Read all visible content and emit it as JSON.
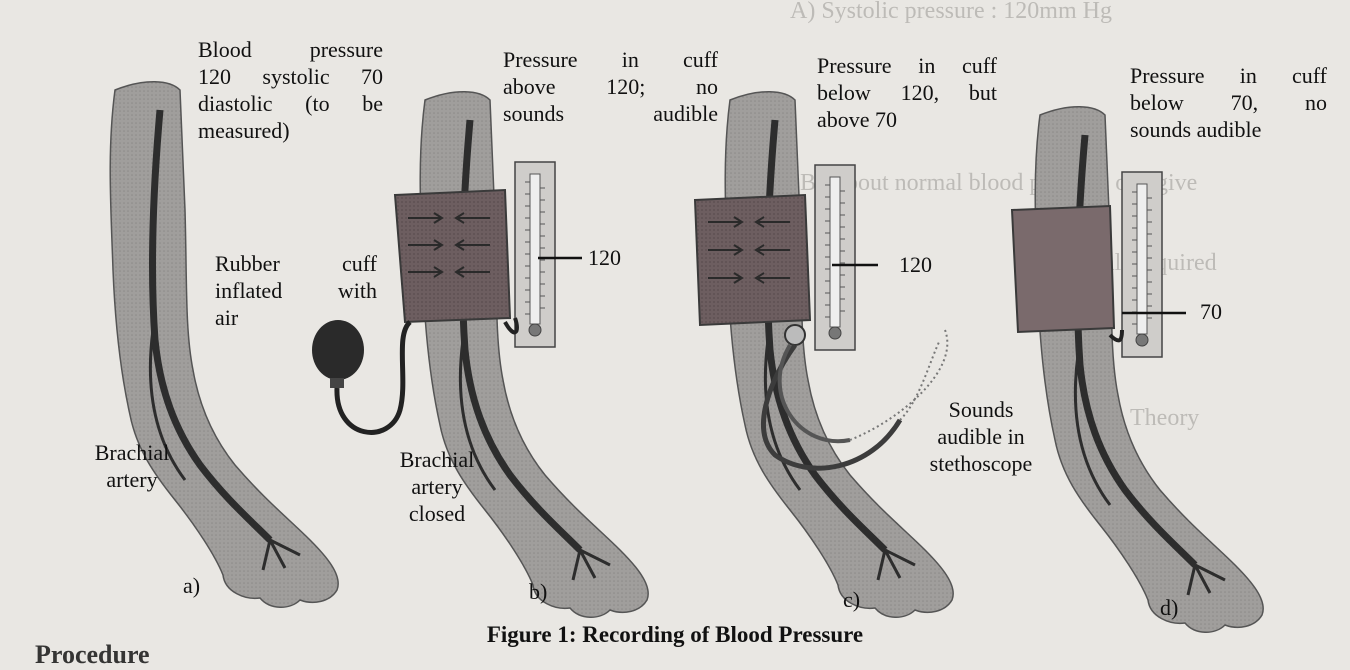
{
  "figure": {
    "caption": "Figure 1: Recording of Blood Pressure",
    "panels": [
      {
        "letter": "a)",
        "title_lines": [
          "Blood pressure",
          "120 systolic 70",
          "diastolic (to be",
          "measured)"
        ],
        "artery_lines": [
          "Brachial",
          "artery"
        ]
      },
      {
        "letter": "b)",
        "title_lines": [
          "Pressure in cuff",
          "above 120; no",
          "sounds audible"
        ],
        "cuff_lines": [
          "Rubber cuff",
          "inflated with",
          "air"
        ],
        "artery_lines": [
          "Brachial",
          "artery",
          "closed"
        ],
        "gauge_value": "120"
      },
      {
        "letter": "c)",
        "title_lines": [
          "Pressure in cuff",
          "below 120, but",
          "above 70"
        ],
        "sound_lines": [
          "Sounds",
          "audible in",
          "stethoscope"
        ],
        "gauge_value": "120"
      },
      {
        "letter": "d)",
        "title_lines": [
          "Pressure in cuff",
          "below 70, no",
          "sounds audible"
        ],
        "gauge_value": "70"
      }
    ]
  },
  "background_page": {
    "lines": [
      "A) Systolic pressure : 120mm Hg",
      "B) About normal blood pressure one give",
      "Materials required",
      "Theory",
      "Procedure"
    ]
  }
}
